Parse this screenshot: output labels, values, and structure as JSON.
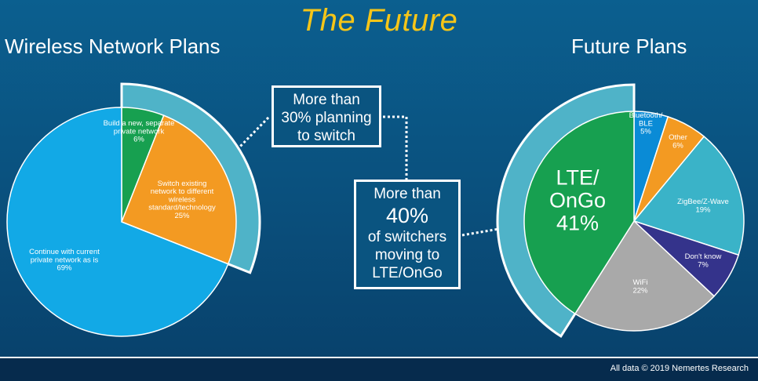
{
  "title": "The Future",
  "left_title": "Wireless Network Plans",
  "right_title": "Future Plans",
  "callout_30": {
    "line1": "More than",
    "line2": "30% planning",
    "line3": "to switch"
  },
  "callout_40": {
    "line1": "More than",
    "line2": "40%",
    "line3": "of switchers",
    "line4": "moving to",
    "line5": "LTE/OnGo"
  },
  "footer": "All data © 2019 Nemertes Research",
  "colors": {
    "highlight": "#4fb3c8"
  },
  "chart_data": [
    {
      "type": "pie",
      "title": "Wireless Network Plans",
      "slices": [
        {
          "label": [
            "Build a new, separate",
            "private network",
            "6%"
          ],
          "value": 6,
          "color": "#17a050",
          "label_color": "#ffffff"
        },
        {
          "label": [
            "Switch existing",
            "network to different",
            "wireless",
            "standard/technology",
            "25%"
          ],
          "value": 25,
          "color": "#f39a22",
          "label_color": "#ffffff"
        },
        {
          "label": [
            "Continue with current",
            "private network as is",
            "69%"
          ],
          "value": 69,
          "color": "#12a9e6",
          "label_color": "#ffffff"
        }
      ]
    },
    {
      "type": "pie",
      "title": "Future Plans",
      "slices": [
        {
          "label": [
            "Bluetooth/",
            "BLE",
            "5%"
          ],
          "value": 5,
          "color": "#0a8bd6",
          "label_color": "#ffffff"
        },
        {
          "label": [
            "Other",
            "6%"
          ],
          "value": 6,
          "color": "#f39a22",
          "label_color": "#ffffff"
        },
        {
          "label": [
            "ZigBee/Z-Wave",
            "19%"
          ],
          "value": 19,
          "color": "#3ab3c8",
          "label_color": "#ffffff"
        },
        {
          "label": [
            "Don't know",
            "7%"
          ],
          "value": 7,
          "color": "#34338b",
          "label_color": "#ffffff"
        },
        {
          "label": [
            "WiFi",
            "22%"
          ],
          "value": 22,
          "color": "#a9a9a9",
          "label_color": "#ffffff"
        },
        {
          "label": [
            "LTE/",
            "OnGo",
            "41%"
          ],
          "value": 41,
          "color": "#17a050",
          "label_color": "#ffffff"
        }
      ]
    }
  ]
}
